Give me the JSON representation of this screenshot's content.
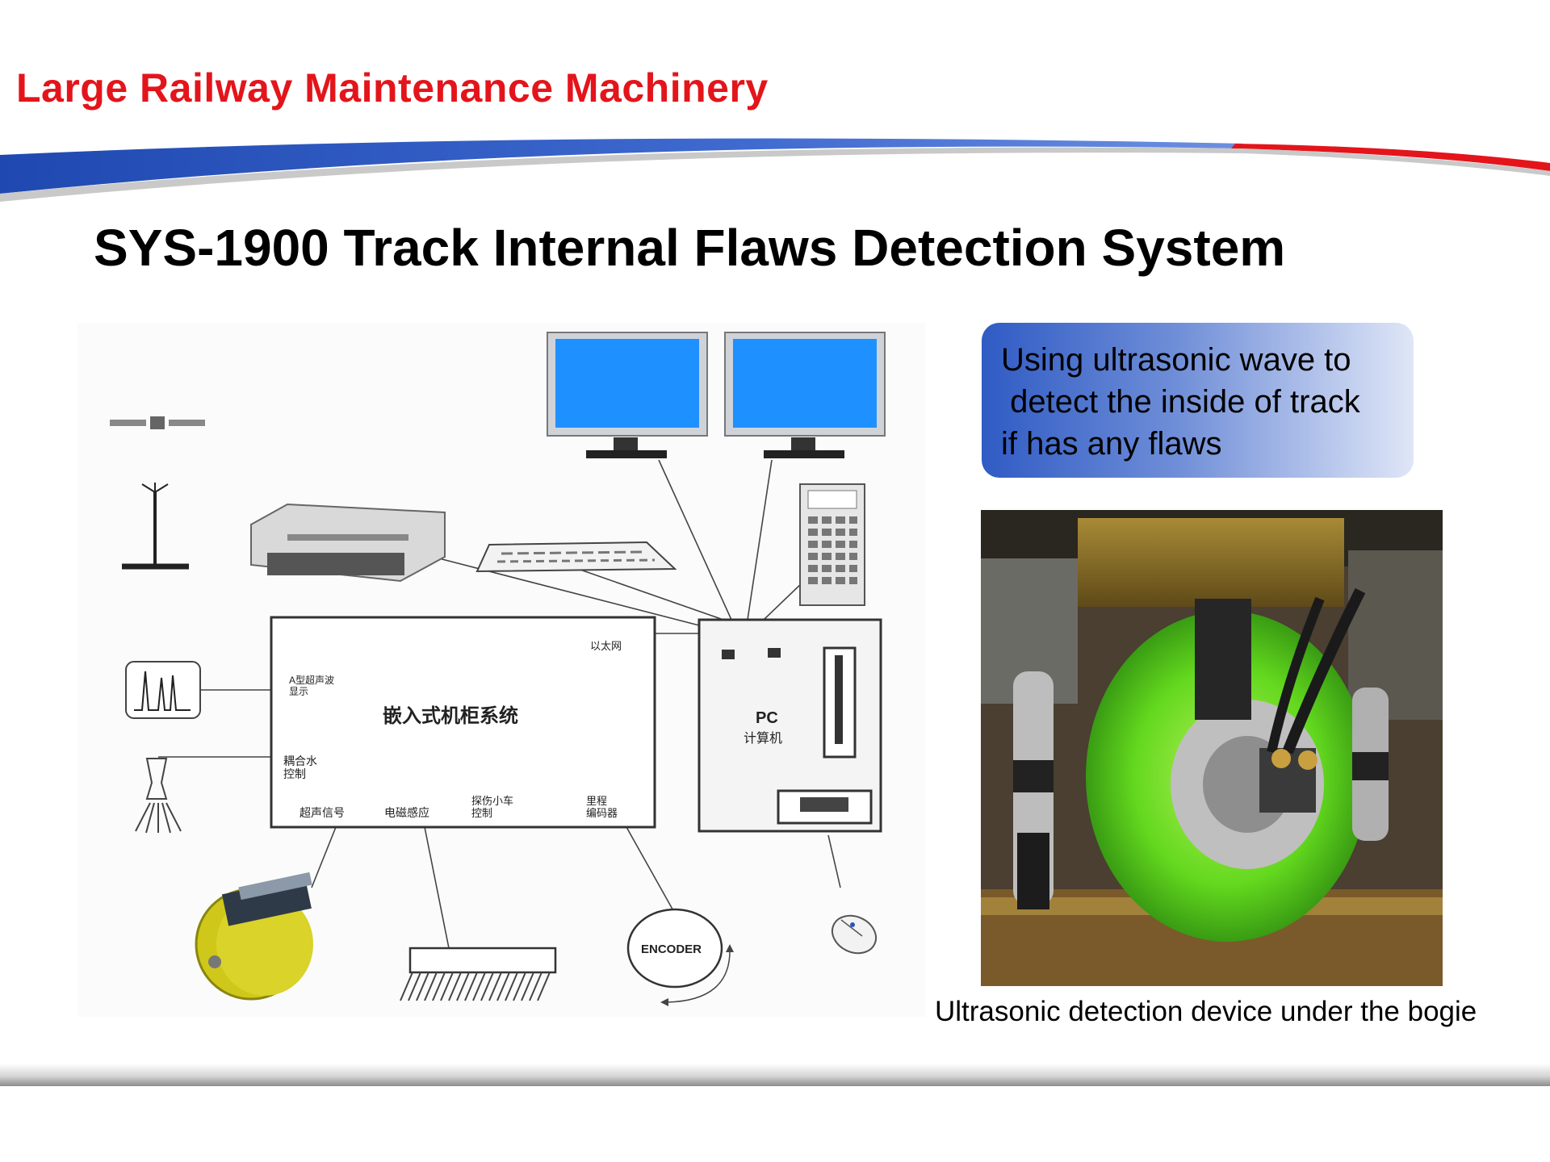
{
  "header": {
    "title": "Large Railway Maintenance Machinery"
  },
  "slide": {
    "title": "SYS-1900 Track Internal Flaws Detection System"
  },
  "diagram": {
    "cabinet_label": "嵌入式机柜系统",
    "ethernet_label": "以太网",
    "a_scan_label": "A型超声波\n显示",
    "coupling_label": "耦合水\n控制",
    "ultrasonic_label": "超声信号",
    "em_sensor_label": "电磁感应",
    "trolley_label": "探伤小车\n控制",
    "odometer_label": "里程\n编码器",
    "pc_label": "PC",
    "pc_sublabel": "计算机",
    "encoder_label": "ENCODER"
  },
  "callout": {
    "lines": [
      "Using ultrasonic wave to",
      " detect the inside of track",
      "if has any flaws"
    ]
  },
  "photo": {
    "caption": "Ultrasonic detection device under the bogie"
  },
  "colors": {
    "accent_red": "#e3151b",
    "swoosh_blue": "#2a52be",
    "monitor_blue": "#1e90ff"
  }
}
